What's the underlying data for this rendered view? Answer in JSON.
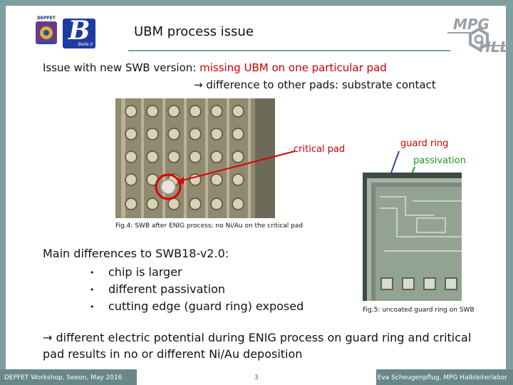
{
  "slide": {
    "title": "UBM process issue",
    "logos": {
      "depfet_text": "DEPFET",
      "belle_letter": "B",
      "belle_text": "Belle II",
      "mpg_text1": "MPG",
      "mpg_text2": "HLL"
    },
    "intro_line1_prefix": "Issue with new SWB version: ",
    "intro_line1_red": "missing UBM on one particular pad",
    "intro_line2": "→ difference to other pads: substrate contact",
    "annotations": {
      "critical_pad": "critical pad",
      "guard_ring": "guard ring",
      "passivation": "passivation"
    },
    "captions": {
      "fig4": "Fig.4: SWB after ENIG process; no Ni/Au on the critical pad",
      "fig5": "Fig.5: uncoated guard ring on SWB"
    },
    "differences_heading": "Main differences to SWB18-v2.0:",
    "bullets": [
      "chip is larger",
      "different passivation",
      "cutting edge (guard ring) exposed"
    ],
    "bullet_glyph": "•",
    "conclusion": "→ different electric potential during ENIG process on guard ring and critical pad results in no or different Ni/Au deposition",
    "footer": {
      "left": "DEPFET Workshop, Seeon, May 2016",
      "center": "3",
      "right": "Eva Scheugenpflug, MPG Halbleiterlabor"
    },
    "colors": {
      "frame": "#7f9e9e",
      "red_text": "#cc0000",
      "green_text": "#1a9a1a"
    }
  }
}
